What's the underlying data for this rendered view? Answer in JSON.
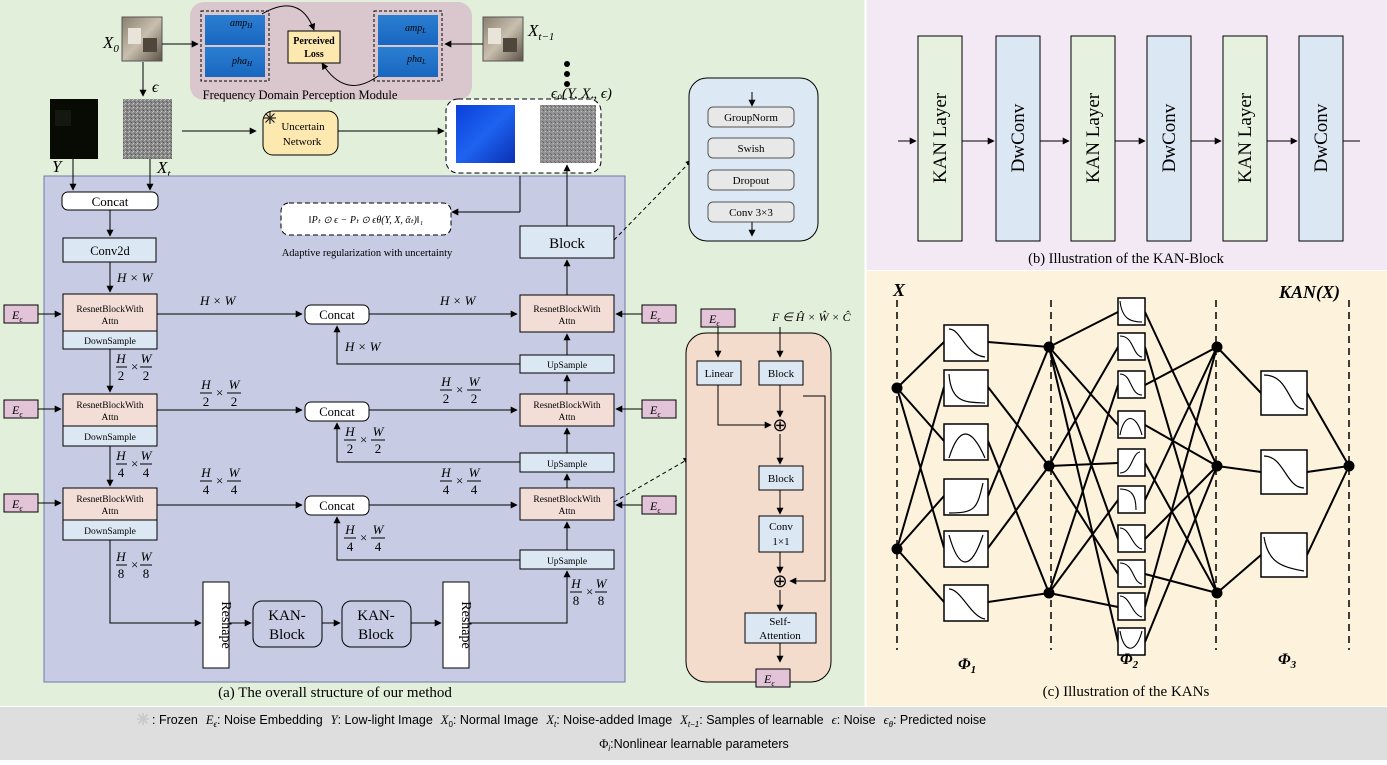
{
  "panel_a": {
    "caption": "(a) The overall structure of our method",
    "freq_module": {
      "title": "Frequency Domain Perception Module",
      "perceived_loss": [
        "Perceived",
        "Loss"
      ],
      "amp_h": "amp",
      "amp_h_sub": "H",
      "pha_h": "pha",
      "pha_h_sub": "H",
      "amp_l": "amp",
      "amp_l_sub": "L",
      "pha_l": "pha",
      "pha_l_sub": "L"
    },
    "symbols": {
      "x0": "X",
      "x0_sub": "0",
      "xt1": "X",
      "xt1_sub": "t−1",
      "epsilon": "ϵ",
      "y": "Y",
      "xt": "X",
      "xt_sub": "t",
      "eps_theta": "ϵ",
      "eps_theta_sub": "θ",
      "eps_theta_args": "(Y, X",
      "eps_theta_args_sub": "t",
      "eps_theta_tail": ", ϵ)"
    },
    "uncertain_network": [
      "Uncertain",
      "Network"
    ],
    "loss_formula": "‖P",
    "loss_formula_full": "‖Pₜ ⊙ ϵ − Pₜ ⊙ ϵθ(Y, X, ᾱₜ)‖₁",
    "loss_caption": "Adaptive regularization with uncertainty",
    "concat_top": "Concat",
    "conv2d": "Conv2d",
    "block": "Block",
    "hw": "H × W",
    "concat": "Concat",
    "resnet": [
      "ResnetBlockWith",
      "Attn"
    ],
    "downsample": "DownSample",
    "upsample": "UpSample",
    "e_eps": "E",
    "e_eps_sub": "ϵ",
    "reshape": "Reshape",
    "kan_block": [
      "KAN-",
      "Block"
    ],
    "h": "H",
    "w": "W",
    "d2": "2",
    "d4": "4",
    "d8": "8",
    "times": "×"
  },
  "block_detail": {
    "items": [
      "GroupNorm",
      "Swish",
      "Dropout",
      "Conv 3×3"
    ]
  },
  "resnet_detail": {
    "f_label": "F ∈ Ĥ × Ŵ × Ĉ",
    "linear": "Linear",
    "block1": "Block",
    "block2": "Block",
    "conv1": [
      "Conv",
      "1×1"
    ],
    "self_attention": [
      "Self-",
      "Attention"
    ],
    "oplus": "⊕"
  },
  "panel_b": {
    "caption": "(b) Illustration of the KAN-Block",
    "layers": [
      "KAN Layer",
      "DwConv",
      "KAN Layer",
      "DwConv",
      "KAN Layer",
      "DwConv"
    ]
  },
  "panel_c": {
    "caption": "(c) Illustration of the KANs",
    "x_label": "X",
    "kan_x_label": "KAN(X)",
    "phi1": "Φ",
    "phi1_sub": "1",
    "phi2": "Φ",
    "phi2_sub": "2",
    "phi3": "Φ",
    "phi3_sub": "3"
  },
  "legend": {
    "frozen": ": Frozen",
    "e_eps": ": Noise Embedding",
    "y": ": Low-light Image",
    "x0": ": Normal Image",
    "xt": ": Noise-added Image",
    "xt1": ": Samples of learnable",
    "eps": ": Noise",
    "eps_theta": ": Predicted noise",
    "phi": ":Nonlinear learnable parameters"
  },
  "colors": {
    "panel_a_bg": "#e2efda",
    "unet_bg": "#c7cbe3",
    "freq_bg": "#d9c7cd",
    "panel_b_bg": "#f2e9f4",
    "panel_c_bg": "#fdf3dd",
    "legend_bg": "#dedede",
    "resnet_fill": "#f3ddd7",
    "pale_blue": "#dce7f4",
    "kan_layer": "#e6f1df",
    "dwconv": "#dce7f4",
    "pink": "#e2c3d8",
    "detail_bg": "#f3dccc",
    "block_detail_bg": "#dce9f5",
    "loss_fill": "#fde8b0"
  }
}
